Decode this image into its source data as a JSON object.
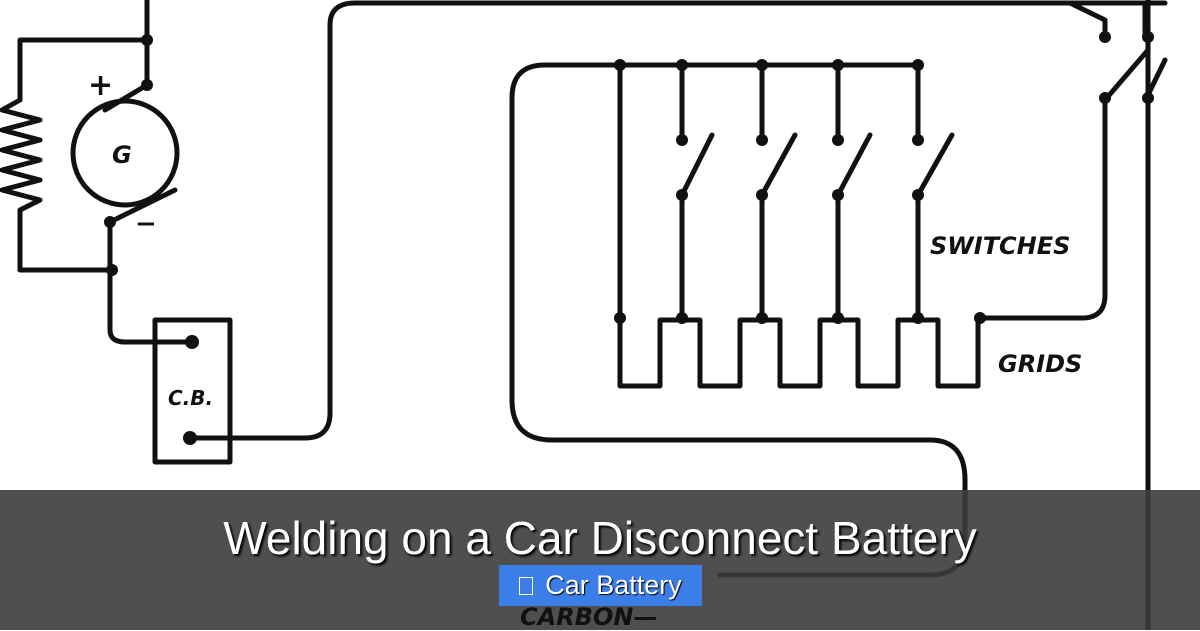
{
  "diagram": {
    "labels": {
      "plus": "+",
      "minus": "−",
      "generator": "G",
      "breaker": "C.B.",
      "switches": "SWITCHES",
      "grids": "GRIDS",
      "carbon": "CARBON—"
    }
  },
  "post": {
    "title": "Welding on a Car Disconnect Battery",
    "category": "Car Battery",
    "category_icon": "folder-icon"
  },
  "colors": {
    "overlay": "#3c3c3c",
    "badge": "#3b7ee8",
    "text": "#ffffff"
  }
}
